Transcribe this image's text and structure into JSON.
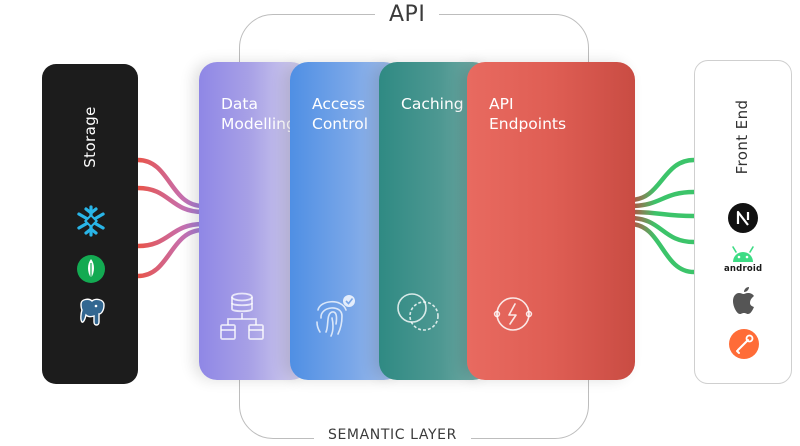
{
  "top_label": "API",
  "bottom_label": "SEMANTIC LAYER",
  "left_panel": {
    "label": "Storage",
    "icons": [
      "snowflake-icon",
      "mongodb-leaf-icon",
      "postgresql-elephant-icon"
    ]
  },
  "right_panel": {
    "label": "Front End",
    "icons": [
      "nextjs-icon",
      "android-icon",
      "apple-icon",
      "postman-icon"
    ],
    "android_text": "android"
  },
  "cards": [
    {
      "title": "Data\nModelling",
      "icon": "database-schema-icon"
    },
    {
      "title": "Access\nControl",
      "icon": "fingerprint-icon"
    },
    {
      "title": "Caching",
      "icon": "overlapping-circles-icon"
    },
    {
      "title": "API\nEndpoints",
      "icon": "api-plug-icon"
    }
  ],
  "colors": {
    "dark_panel": "#1c1c1c",
    "data_modelling": "#8f87e6",
    "access_control": "#4f8fe4",
    "caching": "#2f8a83",
    "api_endpoints": "#e86a60",
    "connector_red": "#e8544a",
    "connector_green": "#3cc46a"
  }
}
